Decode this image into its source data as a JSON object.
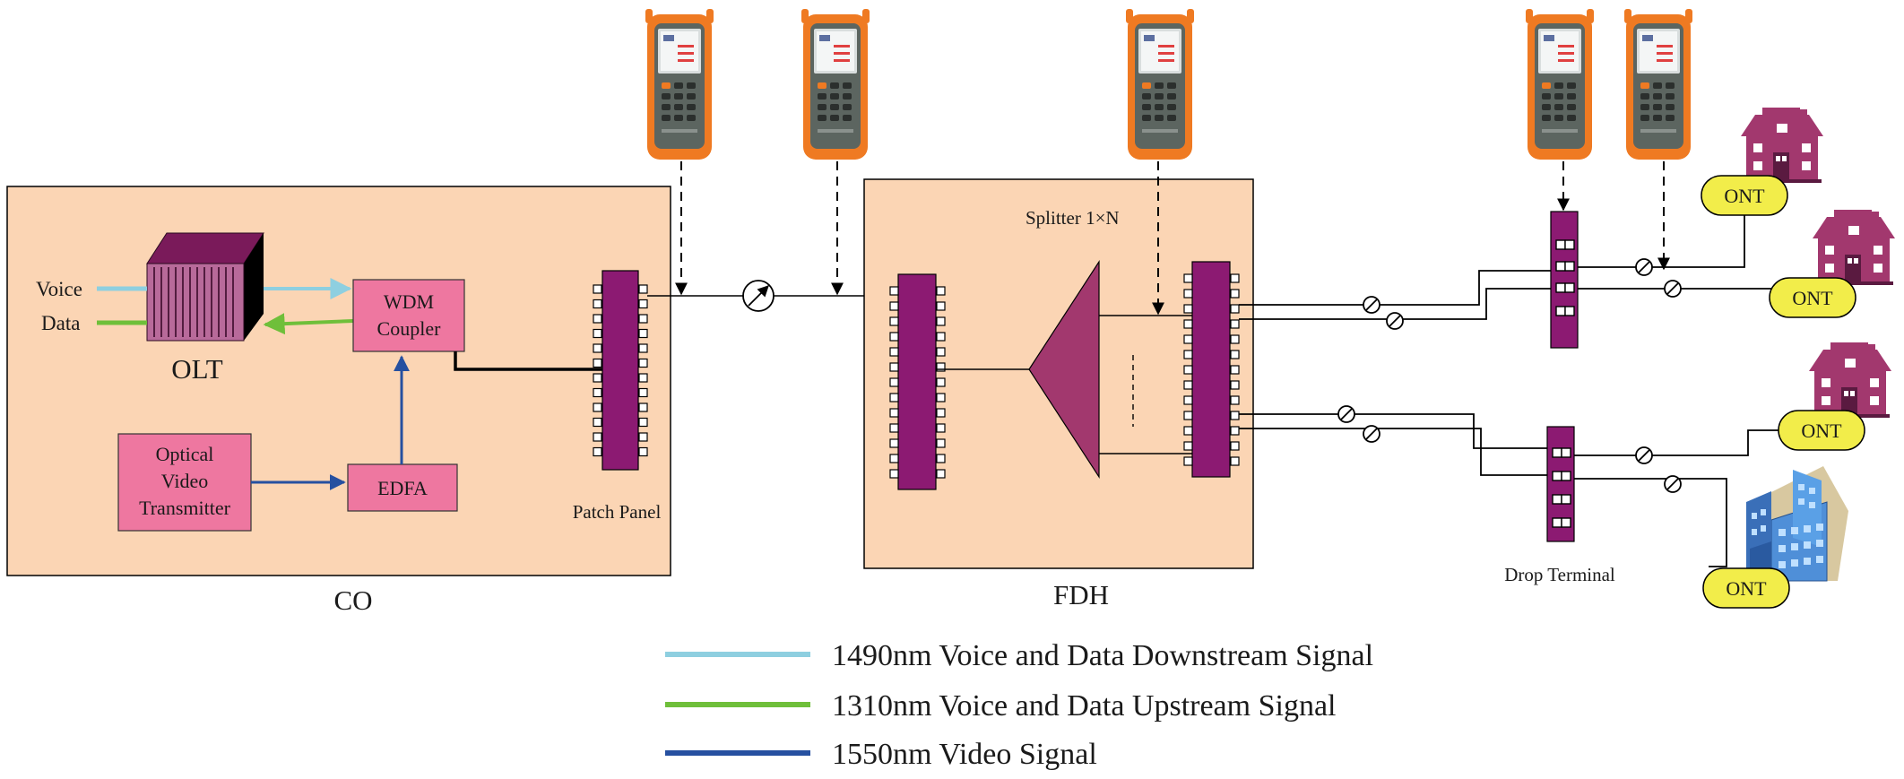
{
  "sections": {
    "co": "CO",
    "fdh": "FDH"
  },
  "co": {
    "olt": "OLT",
    "voice": "Voice",
    "data": "Data",
    "wdm": [
      "WDM",
      "Coupler"
    ],
    "transmitter": [
      "Optical",
      "Video",
      "Transmitter"
    ],
    "edfa": "EDFA",
    "patch_panel": "Patch Panel"
  },
  "fdh": {
    "splitter": "Splitter  1×N"
  },
  "drop_terminal": "Drop Terminal",
  "ont_labels": [
    "ONT",
    "ONT",
    "ONT",
    "ONT"
  ],
  "legend": [
    {
      "label": "1490nm Voice and Data Downstream Signal",
      "color": "#8ecfe0"
    },
    {
      "label": "1310nm Voice and Data Upstream Signal",
      "color": "#6fbf3a"
    },
    {
      "label": "1550nm Video Signal",
      "color": "#2650a0"
    }
  ],
  "colors": {
    "co_fill": "#fbd5b4",
    "pink_box": "#ee77a0",
    "purple": "#8c1a72",
    "ont_fill": "#f2ed4a",
    "house": "#a2386e",
    "building": "#4f8fd8"
  },
  "icons": [
    "optical-power-meter-icon",
    "house-icon",
    "office-building-icon",
    "attenuator-icon"
  ]
}
